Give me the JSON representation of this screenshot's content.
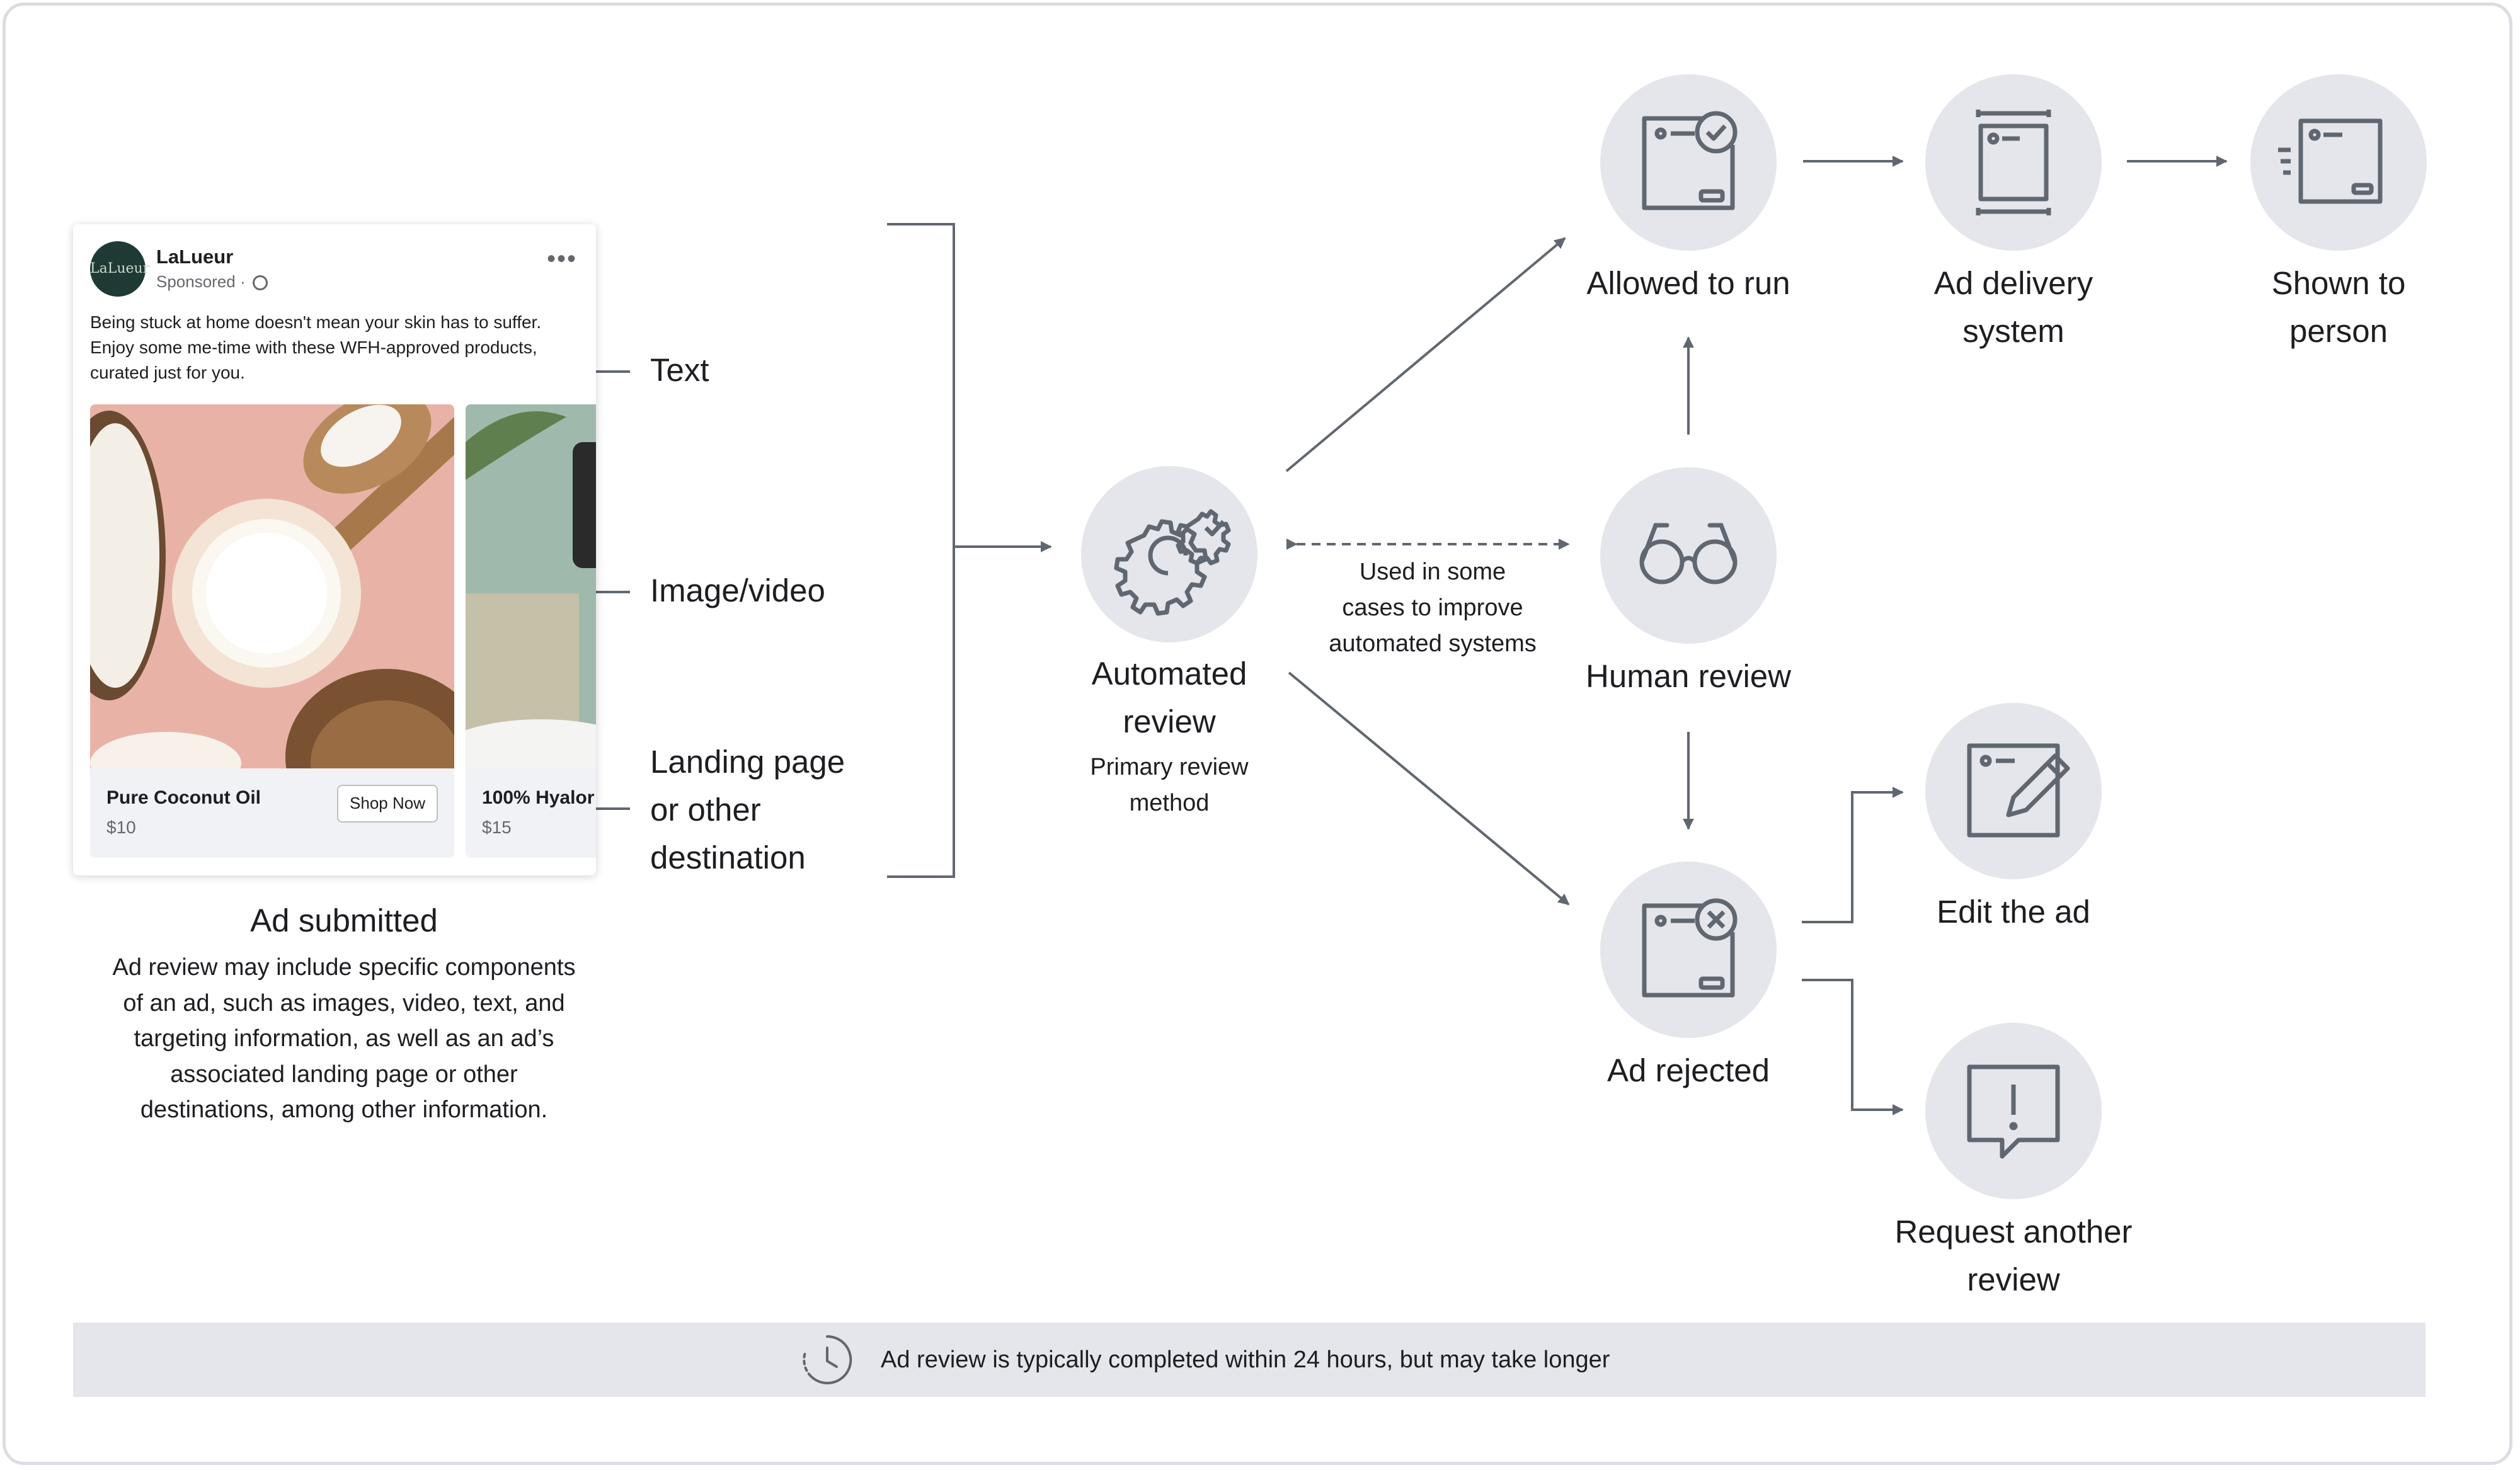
{
  "ad": {
    "brand": "LaLueur",
    "avatar_text": "LaLueur",
    "sponsored": "Sponsored ·",
    "more": "•••",
    "caption": "Being stuck at home doesn't mean your skin has to suffer. Enjoy some me-time with these WFH-approved products, curated just for you.",
    "products": [
      {
        "name": "Pure Coconut Oil",
        "price": "$10",
        "cta": "Shop Now"
      },
      {
        "name": "100% Hyalor",
        "price": "$15"
      }
    ]
  },
  "component_labels": {
    "text": "Text",
    "image": "Image/video",
    "landing": [
      "Landing page",
      "or other",
      "destination"
    ]
  },
  "ad_submitted": {
    "title": "Ad submitted",
    "description": "Ad review may include specific components of an ad, such as images, video, text, and targeting information, as well as an ad’s associated landing page or other destinations, among other information."
  },
  "nodes": {
    "automated": {
      "label": [
        "Automated",
        "review"
      ],
      "sub": [
        "Primary review",
        "method"
      ],
      "icon": "gears-icon"
    },
    "human": {
      "label": "Human review",
      "icon": "glasses-icon"
    },
    "allowed": {
      "label": "Allowed to run",
      "icon": "window-check-icon"
    },
    "delivery": {
      "label": [
        "Ad delivery",
        "system"
      ],
      "icon": "delivery-system-icon"
    },
    "shown": {
      "label": [
        "Shown to",
        "person"
      ],
      "icon": "window-motion-icon"
    },
    "rejected": {
      "label": "Ad rejected",
      "icon": "window-x-icon"
    },
    "edit": {
      "label": "Edit the ad",
      "icon": "pencil-edit-icon"
    },
    "request": {
      "label": [
        "Request another",
        "review"
      ],
      "icon": "alert-bubble-icon"
    }
  },
  "dashed_note": [
    "Used in some",
    "cases to improve",
    "automated systems"
  ],
  "banner": {
    "text": "Ad review is typically completed within 24 hours, but may take longer",
    "icon": "clock-icon"
  },
  "colors": {
    "node_fill": "#e4e6eb",
    "icon_stroke": "#606770",
    "line": "#606770",
    "banner": "#e4e6eb"
  }
}
